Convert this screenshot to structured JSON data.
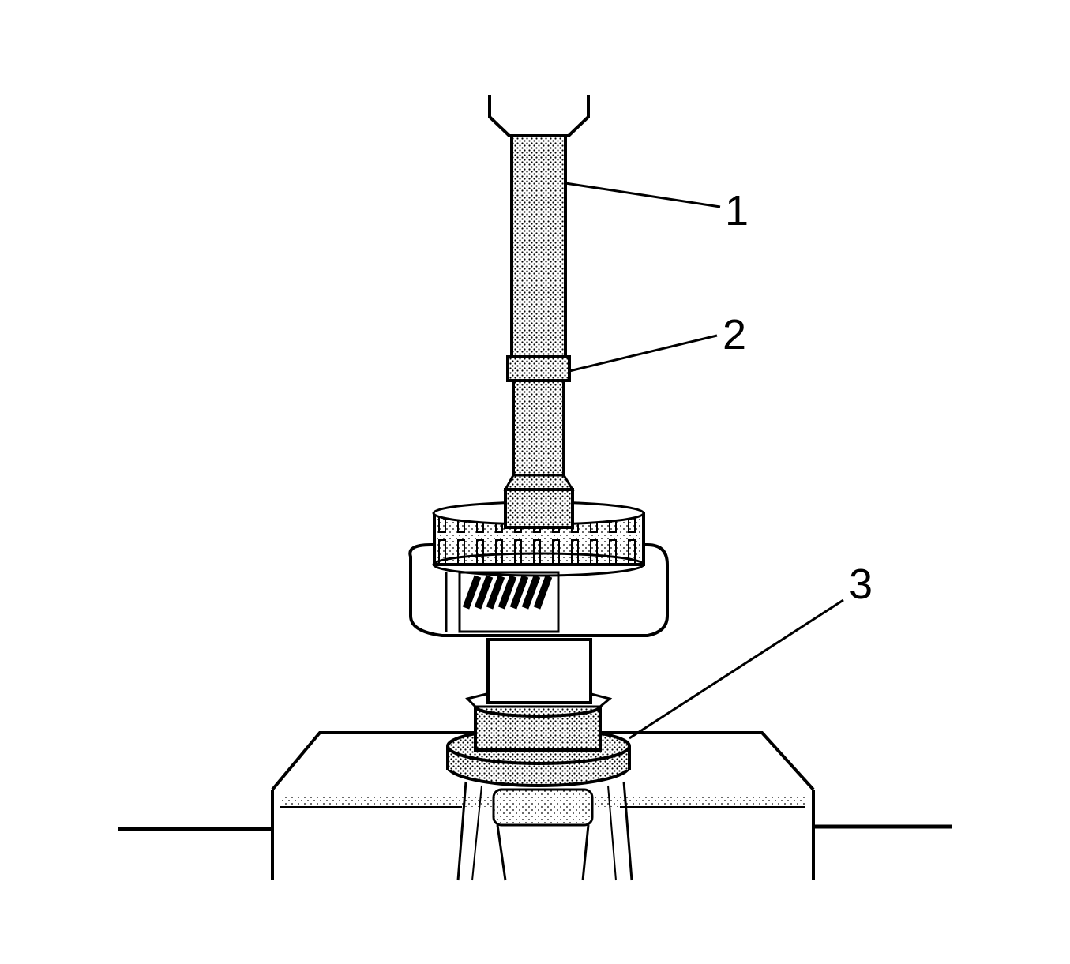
{
  "callouts": [
    {
      "id": "1",
      "label": "1"
    },
    {
      "id": "2",
      "label": "2"
    },
    {
      "id": "3",
      "label": "3"
    }
  ],
  "colors": {
    "line": "#000000",
    "background": "#ffffff",
    "stipple": "#000000"
  }
}
